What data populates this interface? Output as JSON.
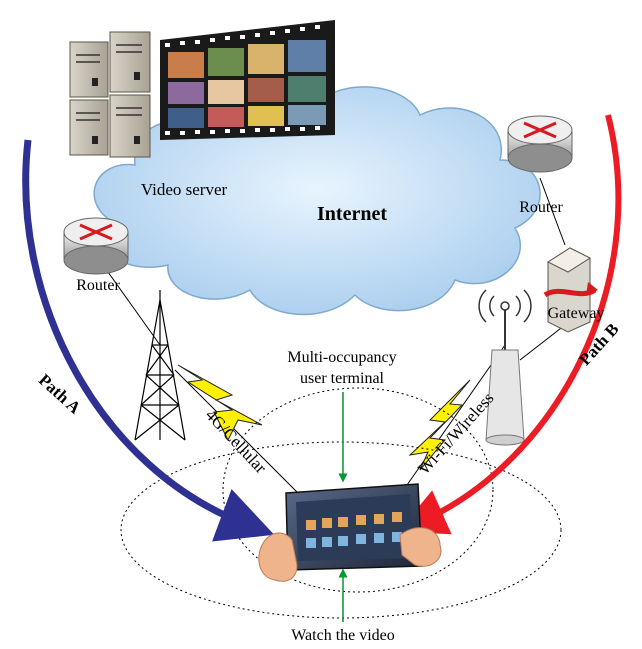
{
  "labels": {
    "video_server": "Video server",
    "internet": "Internet",
    "router_left": "Router",
    "router_right": "Router",
    "gateway": "Gateway",
    "path_a": "Path A",
    "path_b": "Path B",
    "cellular": "4G/Cellular",
    "wifi": "Wi-Fi/Wireless",
    "terminal_line1": "Multi-occupancy",
    "terminal_line2": "user terminal",
    "watch": "Watch the video"
  },
  "colors": {
    "path_a": "#2e3192",
    "path_b": "#ed1c24",
    "lightning": "#fff200",
    "pointer": "#009933",
    "cloud": "#bcdcf5"
  }
}
